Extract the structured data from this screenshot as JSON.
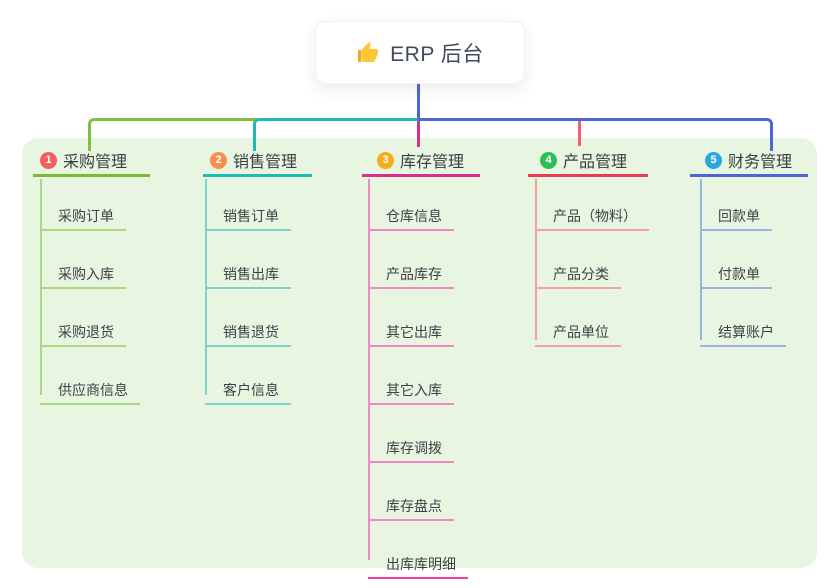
{
  "root": {
    "label": "ERP 后台",
    "icon": "thumbs-up-icon"
  },
  "colors": {
    "panel_background": "#e7f5e1",
    "root_stem": "#4d66d6",
    "branch_green": "#7fc13e",
    "branch_teal": "#1fbbb2",
    "branch_magenta": "#d7318f",
    "branch_red": "#e93c52",
    "branch_blue": "#4d66d6",
    "badge_1": "#f25e5e",
    "badge_2": "#fa8e4d",
    "badge_3": "#f6ab1e",
    "badge_4": "#2fbe55",
    "badge_5": "#2ca5e0"
  },
  "branches": [
    {
      "index": "1",
      "label": "采购管理",
      "color": "#7fc13e",
      "children": [
        "采购订单",
        "采购入库",
        "采购退货",
        "供应商信息"
      ]
    },
    {
      "index": "2",
      "label": "销售管理",
      "color": "#1fbbb2",
      "children": [
        "销售订单",
        "销售出库",
        "销售退货",
        "客户信息"
      ]
    },
    {
      "index": "3",
      "label": "库存管理",
      "color": "#d7318f",
      "children": [
        "仓库信息",
        "产品库存",
        "其它出库",
        "其它入库",
        "库存调拨",
        "库存盘点",
        "出库库明细"
      ]
    },
    {
      "index": "4",
      "label": "产品管理",
      "color": "#e93c52",
      "children": [
        "产品（物料）",
        "产品分类",
        "产品单位"
      ]
    },
    {
      "index": "5",
      "label": "财务管理",
      "color": "#4d66d6",
      "children": [
        "回款单",
        "付款单",
        "结算账户"
      ]
    }
  ]
}
